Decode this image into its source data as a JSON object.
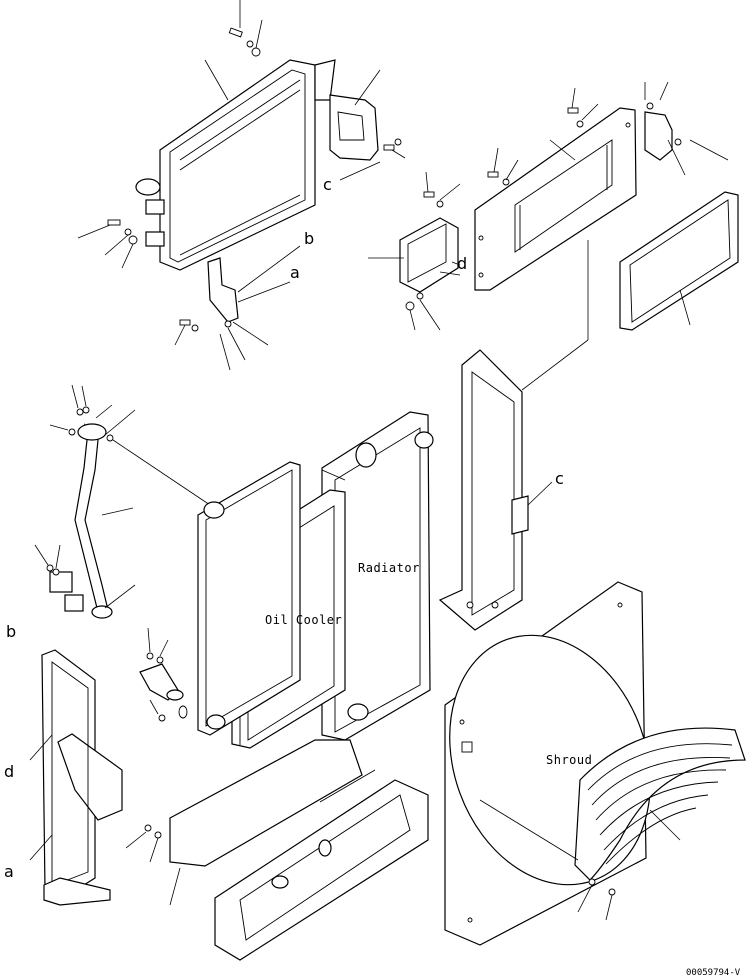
{
  "labels": {
    "oil_cooler": "Oil Cooler",
    "radiator": "Radiator",
    "shroud": "Shroud"
  },
  "callouts": {
    "a_top": "a",
    "b_top": "b",
    "c_top": "c",
    "d_mid": "d",
    "c_mid": "c",
    "b_left": "b",
    "d_left": "d",
    "a_left": "a"
  },
  "drawing_code": "00059794-V"
}
